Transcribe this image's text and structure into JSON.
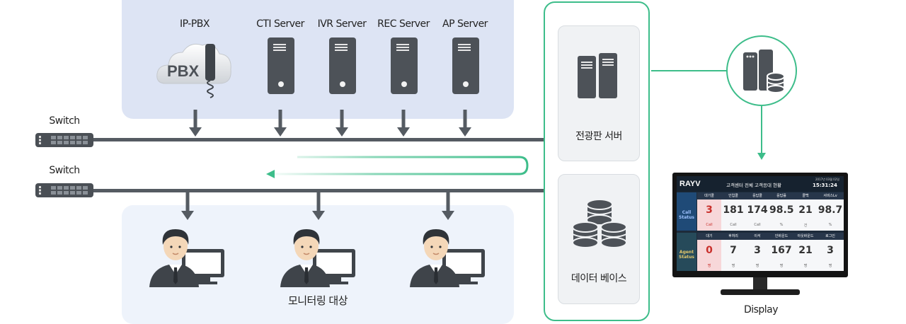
{
  "top_servers": [
    {
      "label": "IP-PBX",
      "icon": "pbx-cloud-icon"
    },
    {
      "label": "CTI Server",
      "icon": "server-icon"
    },
    {
      "label": "IVR Server",
      "icon": "server-icon"
    },
    {
      "label": "REC Server",
      "icon": "server-icon"
    },
    {
      "label": "AP Server",
      "icon": "server-icon"
    }
  ],
  "pbx_text": "PBX",
  "switches": [
    {
      "label": "Switch"
    },
    {
      "label": "Switch"
    }
  ],
  "monitoring_label": "모니터링 대상",
  "board_server_label": "전광판 서버",
  "database_label": "데이터 베이스",
  "display_label": "Display",
  "accent_color": "#3dbd8a",
  "display_screen": {
    "logo": "RAYV",
    "title": "고객센터 전체 고객응대 현황",
    "date": "2017년 03월 02일",
    "time": "15:31:24",
    "call_status_label": "Call Status",
    "agent_status_label": "Agent Status",
    "call_headers": [
      "대기콜",
      "인입콜",
      "응답콜",
      "응답률",
      "콜백",
      "서비스Lv"
    ],
    "call_values": [
      "3",
      "181",
      "174",
      "98.5",
      "21",
      "98.7"
    ],
    "call_units": [
      "Call",
      "Call",
      "Call",
      "%",
      "건",
      "%"
    ],
    "agent_headers": [
      "대기",
      "후처리",
      "이석",
      "인바운드",
      "아웃바운드",
      "로그인"
    ],
    "agent_values": [
      "0",
      "7",
      "3",
      "167",
      "21",
      "3"
    ],
    "agent_units": [
      "명",
      "명",
      "명",
      "명",
      "명",
      "명"
    ]
  }
}
